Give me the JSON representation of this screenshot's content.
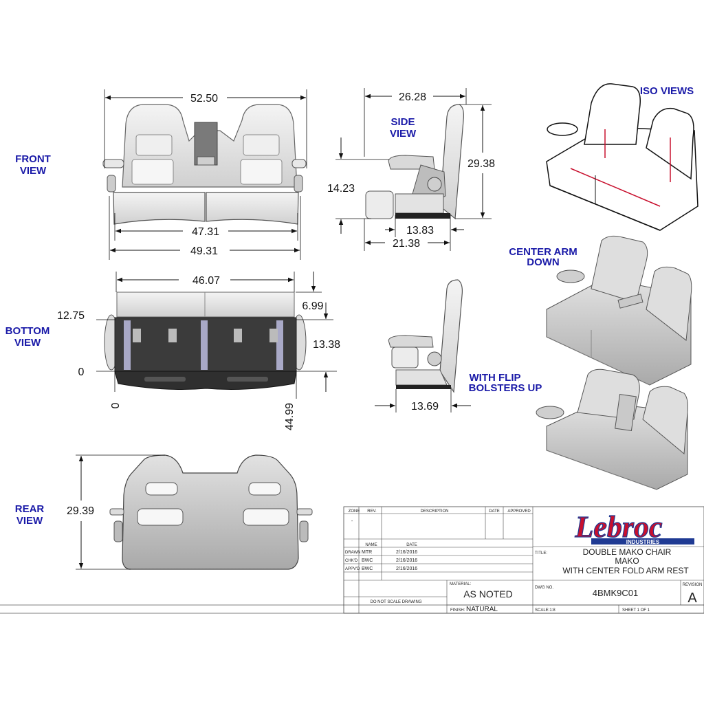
{
  "labels": {
    "front_view": [
      "FRONT",
      "VIEW"
    ],
    "side_view": [
      "SIDE",
      "VIEW"
    ],
    "bottom_view": [
      "BOTTOM",
      "VIEW"
    ],
    "rear_view": [
      "REAR",
      "VIEW"
    ],
    "iso_views": "ISO VIEWS",
    "center_arm_down": [
      "CENTER ARM",
      "DOWN"
    ],
    "flip_bolsters_up": [
      "WITH FLIP",
      "BOLSTERS UP"
    ]
  },
  "dimensions": {
    "front_overall_width": "52.50",
    "front_seat_width": "47.31",
    "front_base_width": "49.31",
    "side_depth": "26.28",
    "side_height": "29.38",
    "side_armrest_height": "14.23",
    "side_base_depth_a": "13.83",
    "side_base_depth_b": "21.38",
    "bottom_width": "46.07",
    "bottom_offset_top": "6.99",
    "bottom_left_ref": "12.75",
    "bottom_right_ref": "13.38",
    "bottom_zero_y": "0",
    "bottom_zero_x": "0",
    "bottom_right_x": "44.99",
    "flip_base_depth": "13.69",
    "rear_height": "29.39"
  },
  "title_block": {
    "rev_headers": [
      "ZONE",
      "REV.",
      "DESCRIPTION",
      "DATE",
      "APPROVED"
    ],
    "rev_zone_dash": "-",
    "name_header": "NAME",
    "date_header": "DATE",
    "rows": [
      {
        "role": "DRAWN",
        "name": "MTR",
        "date": "2/16/2016"
      },
      {
        "role": "CHK'D",
        "name": "BWC",
        "date": "2/16/2016"
      },
      {
        "role": "APPV'D",
        "name": "BWC",
        "date": "2/16/2016"
      }
    ],
    "do_not_scale": "DO NOT SCALE DRAWING",
    "material_label": "MATERIAL:",
    "material_value": "AS NOTED",
    "finish_label": "FINISH:",
    "finish_value": "NATURAL",
    "title_label": "TITLE:",
    "title_lines": [
      "DOUBLE MAKO CHAIR",
      "MAKO",
      "WITH CENTER FOLD ARM REST"
    ],
    "dwg_no_label": "DWG NO.",
    "dwg_no": "4BMK9C01",
    "revision_label": "REVISION",
    "revision": "A",
    "scale": "SCALE:1:8",
    "sheet": "SHEET 1 OF 1"
  },
  "logo": {
    "text": "Lebroc",
    "subtext": "INDUSTRIES"
  },
  "colors": {
    "label_blue": "#1a1aa8",
    "logo_red": "#c8102e",
    "logo_blue": "#1f3a93"
  }
}
